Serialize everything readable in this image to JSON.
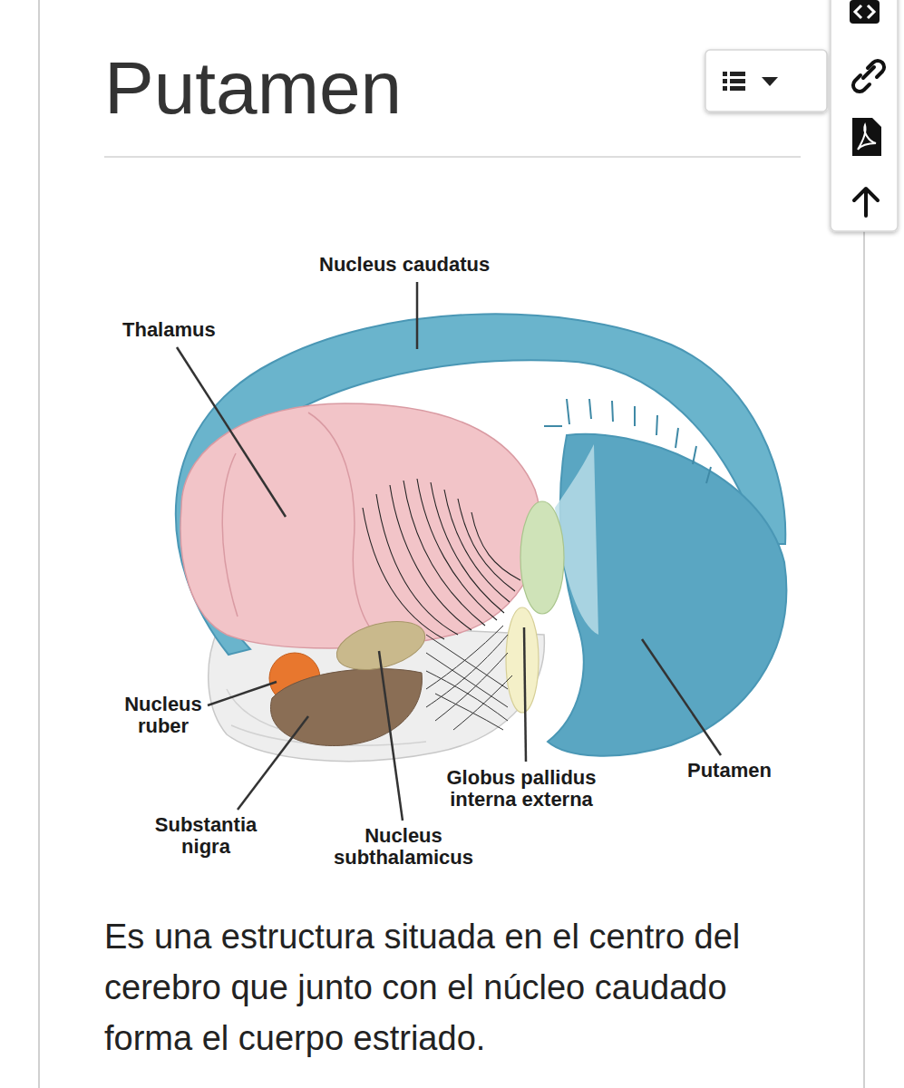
{
  "diagram": {
    "title": "Putamen",
    "caption": "Es una estructura situada en el centro del cerebro que junto con el núcleo caudado forma el cuerpo estriado.",
    "labels": [
      "Nucleus caudatus",
      "Thalamus",
      "Nucleus ruber",
      "Putamen",
      "Globus pallidus interna externa",
      "Substantia nigra",
      "Nucleus subthalamicus"
    ]
  }
}
